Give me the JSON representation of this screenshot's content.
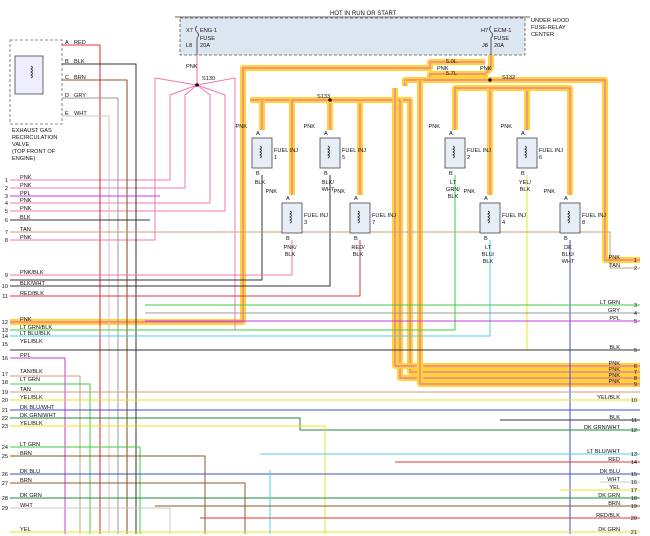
{
  "header": {
    "power_label": "HOT IN RUN OR START",
    "center_label_1": "UNDER HOOD",
    "center_label_2": "FUSE-RELAY",
    "center_label_3": "CENTER"
  },
  "fuses": [
    {
      "code": "X7",
      "name": "ENG-1",
      "word": "FUSE",
      "rating": "20A",
      "term": "L8"
    },
    {
      "code": "H7",
      "name": "ECM-1",
      "word": "FUSE",
      "rating": "20A",
      "term": "J8"
    }
  ],
  "splices": [
    {
      "name": "S130",
      "feed": "PNK"
    },
    {
      "name": "S133",
      "feed": "PNK"
    },
    {
      "name": "S132",
      "feed": "PNK"
    }
  ],
  "wire_values": {
    "w1": "5.0L",
    "w2": "5.7L"
  },
  "egr_valve": {
    "label_lines": [
      "EXHAUST GAS",
      "RECIRCULATION",
      "VALVE",
      "(TOP FRONT OF",
      "ENGINE)"
    ],
    "pins": [
      {
        "pin": "A",
        "color": "RED"
      },
      {
        "pin": "B",
        "color": "BLK"
      },
      {
        "pin": "C",
        "color": "BRN"
      },
      {
        "pin": "D",
        "color": "GRY"
      },
      {
        "pin": "E",
        "color": "WHT"
      }
    ]
  },
  "injectors": [
    {
      "name": "FUEL INJ 1",
      "in": "PNK",
      "out": "BLK"
    },
    {
      "name": "FUEL INJ 5",
      "in": "PNK",
      "out": "BLK/ WHT"
    },
    {
      "name": "FUEL INJ 3",
      "in": "PNK",
      "out": "PNK/ BLK"
    },
    {
      "name": "FUEL INJ 7",
      "in": "PNK",
      "out": "RED/ BLK"
    },
    {
      "name": "FUEL INJ 2",
      "in": "PNK",
      "out": "LT GRN/ BLK"
    },
    {
      "name": "FUEL INJ 6",
      "in": "PNK",
      "out": "YEL/ BLK"
    },
    {
      "name": "FUEL INJ 4",
      "in": "PNK",
      "out": "LT BLU/ BLK"
    },
    {
      "name": "FUEL INJ 8",
      "in": "PNK",
      "out": "DK BLU/ WHT"
    }
  ],
  "pin_letters": {
    "a": "A",
    "b": "B"
  },
  "left_connector": [
    {
      "n": "1",
      "c": "PNK"
    },
    {
      "n": "2",
      "c": "PNK"
    },
    {
      "n": "3",
      "c": "PPL"
    },
    {
      "n": "4",
      "c": "PNK"
    },
    {
      "n": "5",
      "c": "PNK"
    },
    {
      "n": "6",
      "c": "BLK"
    },
    {
      "n": "7",
      "c": "TAN"
    },
    {
      "n": "8",
      "c": "PNK"
    },
    {
      "n": "9",
      "c": "PNK/BLK"
    },
    {
      "n": "10",
      "c": "BLK/WHT"
    },
    {
      "n": "11",
      "c": "RED/BLK"
    },
    {
      "n": "12",
      "c": "PNK"
    },
    {
      "n": "13",
      "c": "LT GRN/BLK"
    },
    {
      "n": "14",
      "c": "LT BLU/BLK"
    },
    {
      "n": "15",
      "c": "YEL/BLK"
    },
    {
      "n": "16",
      "c": "PPL"
    },
    {
      "n": "17",
      "c": "TAN/BLK"
    },
    {
      "n": "18",
      "c": "LT GRN"
    },
    {
      "n": "19",
      "c": "TAN"
    },
    {
      "n": "20",
      "c": "YEL/BLK"
    },
    {
      "n": "21",
      "c": "DK BLU/WHT"
    },
    {
      "n": "22",
      "c": "DK GRN/WHT"
    },
    {
      "n": "23",
      "c": "YEL/BLK"
    },
    {
      "n": "24",
      "c": "LT GRN"
    },
    {
      "n": "25",
      "c": "BRN"
    },
    {
      "n": "26",
      "c": "DK BLU"
    },
    {
      "n": "27",
      "c": "BRN"
    },
    {
      "n": "28",
      "c": "DK GRN"
    },
    {
      "n": "29",
      "c": "WHT"
    },
    {
      "n": "",
      "c": "YEL"
    }
  ],
  "right_connector": [
    {
      "n": "1",
      "c": "PNK"
    },
    {
      "n": "2",
      "c": "TAN"
    },
    {
      "n": "3",
      "c": "LT GRN"
    },
    {
      "n": "4",
      "c": "GRY"
    },
    {
      "n": "5",
      "c": "PPL"
    },
    {
      "n": "5",
      "c": "BLK"
    },
    {
      "n": "6",
      "c": "PNK"
    },
    {
      "n": "7",
      "c": "PNK"
    },
    {
      "n": "8",
      "c": "PNK"
    },
    {
      "n": "9",
      "c": "PNK"
    },
    {
      "n": "10",
      "c": "YEL/BLK"
    },
    {
      "n": "11",
      "c": "BLK"
    },
    {
      "n": "12",
      "c": "DK GRN/WHT"
    },
    {
      "n": "13",
      "c": "LT BLU/WHT"
    },
    {
      "n": "14",
      "c": "RED"
    },
    {
      "n": "15",
      "c": "DK BLU"
    },
    {
      "n": "16",
      "c": "WHT"
    },
    {
      "n": "17",
      "c": "YEL"
    },
    {
      "n": "18",
      "c": "DK GRN"
    },
    {
      "n": "19",
      "c": "BRN"
    },
    {
      "n": "20",
      "c": "RED/BLK"
    },
    {
      "n": "21",
      "c": "DK GRN"
    }
  ],
  "colors": {
    "highlight": "#ffd52e",
    "fuse_box": "#dde7f2",
    "PNK": "#f07ab2",
    "RED": "#e23a3a",
    "BLK": "#333333",
    "BRN": "#8a5a2b",
    "GRY": "#9a9a9a",
    "WHT": "#c8c8c8",
    "PPL": "#c43bd8",
    "TAN": "#c9a27a",
    "LT_GRN": "#3fcf3f",
    "LT_BLU": "#56cde6",
    "YEL": "#e8e02a",
    "DK_BLU": "#3a4fd0",
    "DK_GRN": "#1f8a3a"
  }
}
